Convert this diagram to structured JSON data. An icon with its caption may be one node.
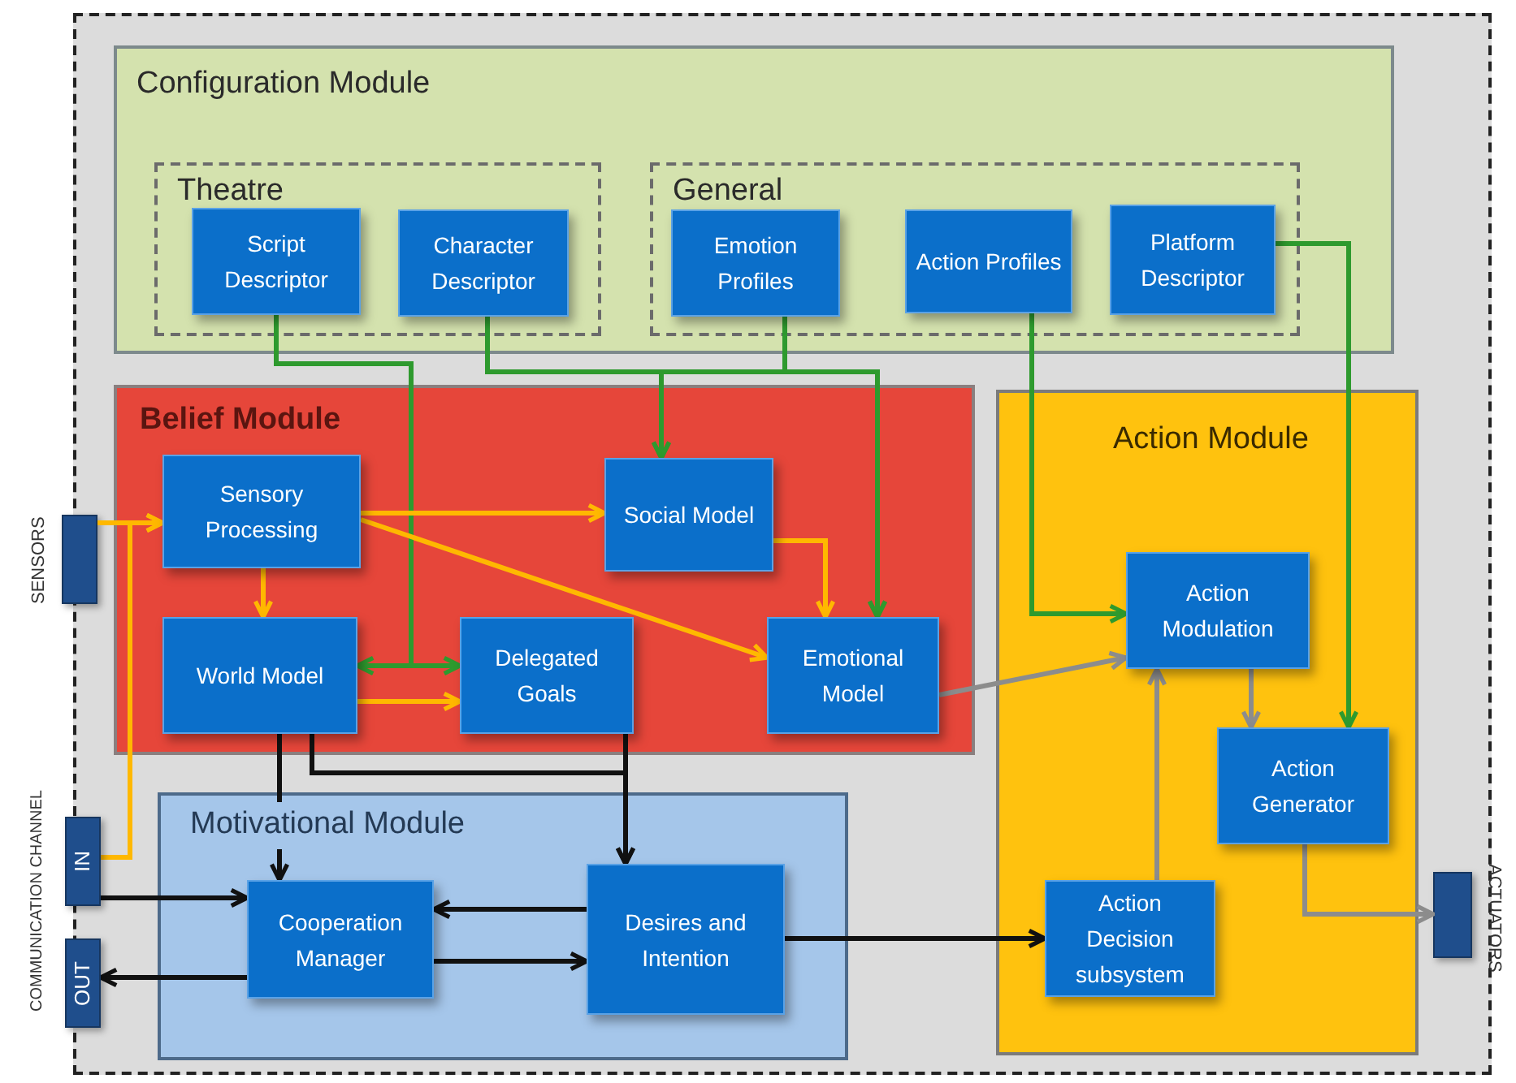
{
  "diagram": {
    "nodes": [
      {
        "text": [
          "Configuration Module"
        ]
      },
      {
        "text": [
          "Theatre"
        ],
        "in": 0
      },
      {
        "text": [
          "Script Descriptor"
        ],
        "in": 1
      },
      {
        "text": [
          "Character Descriptor"
        ],
        "in": 1
      },
      {
        "text": [
          "General"
        ],
        "in": 0
      },
      {
        "text": [
          "Emotion Profiles"
        ],
        "in": 4
      },
      {
        "text": [
          "Action Profiles"
        ],
        "in": 4
      },
      {
        "text": [
          "Platform Descriptor"
        ],
        "in": 4
      },
      {
        "text": [
          "Belief Module"
        ]
      },
      {
        "text": [
          "Sensory Processing"
        ],
        "in": 8
      },
      {
        "text": [
          "Social Model"
        ],
        "in": 8
      },
      {
        "text": [
          "World Model"
        ],
        "in": 8
      },
      {
        "text": [
          "Delegated Goals"
        ],
        "in": 8
      },
      {
        "text": [
          "Emotional Model"
        ],
        "in": 8
      },
      {
        "text": [
          "Action Module"
        ]
      },
      {
        "text": [
          "Action Modulation"
        ],
        "in": 14
      },
      {
        "text": [
          "Action Generator"
        ],
        "in": 14
      },
      {
        "text": [
          "Action Decision subsystem"
        ],
        "in": 14
      },
      {
        "text": [
          "Motivational Module"
        ]
      },
      {
        "text": [
          "Cooperation Manager"
        ],
        "in": 18
      },
      {
        "text": [
          "Desires and Intention"
        ],
        "in": 18
      },
      {
        "text": [],
        "shape": "bar",
        "beside": [
          "SENSORS"
        ]
      },
      {
        "text": [
          "IN"
        ]
      },
      {
        "text": [
          "OUT"
        ]
      },
      {
        "text": [],
        "shape": "bar",
        "beside": [
          "ACTUATORS"
        ]
      }
    ],
    "edges": [
      {
        "from": 2,
        "to": 11,
        "arrow": "to",
        "color": "#2e9a2e"
      },
      {
        "from": 2,
        "to": 12,
        "arrow": "to",
        "color": "#2e9a2e"
      },
      {
        "from": 3,
        "to": 10,
        "arrow": "to",
        "color": "#2e9a2e"
      },
      {
        "from": 3,
        "to": 13,
        "arrow": "to",
        "color": "#2e9a2e"
      },
      {
        "from": 5,
        "to": 10,
        "arrow": "to",
        "color": "#2e9a2e"
      },
      {
        "from": 5,
        "to": 13,
        "arrow": "to",
        "color": "#2e9a2e"
      },
      {
        "from": 6,
        "to": 15,
        "arrow": "to",
        "color": "#2e9a2e"
      },
      {
        "from": 7,
        "to": 16,
        "arrow": "to",
        "color": "#2e9a2e"
      },
      {
        "from": 21,
        "to": 9,
        "arrow": "to",
        "color": "#ffb800"
      },
      {
        "from": 22,
        "to": 9,
        "arrow": "to",
        "color": "#ffb800"
      },
      {
        "from": 9,
        "to": 10,
        "arrow": "to",
        "color": "#ffb800"
      },
      {
        "from": 9,
        "to": 13,
        "arrow": "to",
        "color": "#ffb800"
      },
      {
        "from": 9,
        "to": 11,
        "arrow": "to",
        "color": "#ffb800"
      },
      {
        "from": 11,
        "to": 12,
        "arrow": "to",
        "color": "#ffb800"
      },
      {
        "from": 10,
        "to": 13,
        "arrow": "to",
        "color": "#ffb800"
      },
      {
        "from": 13,
        "to": 15,
        "arrow": "to",
        "color": "#8c8c8c"
      },
      {
        "from": 15,
        "to": 16,
        "arrow": "to",
        "color": "#8c8c8c"
      },
      {
        "from": 17,
        "to": 15,
        "arrow": "to",
        "color": "#8c8c8c"
      },
      {
        "from": 16,
        "to": 24,
        "arrow": "to",
        "color": "#8c8c8c"
      },
      {
        "from": 11,
        "to": 19,
        "arrow": "to",
        "color": "#111111"
      },
      {
        "from": 11,
        "to": 20,
        "arrow": "to",
        "color": "#111111"
      },
      {
        "from": 12,
        "to": 20,
        "arrow": "to",
        "color": "#111111"
      },
      {
        "from": 22,
        "to": 19,
        "arrow": "to",
        "color": "#111111"
      },
      {
        "from": 19,
        "to": 23,
        "arrow": "to",
        "color": "#111111"
      },
      {
        "from": 20,
        "to": 19,
        "arrow": "to",
        "color": "#111111"
      },
      {
        "from": 19,
        "to": 20,
        "arrow": "to",
        "color": "#111111"
      },
      {
        "from": 20,
        "to": 17,
        "arrow": "to",
        "color": "#111111"
      }
    ],
    "labels": [
      "COMMUNICATION CHANNEL"
    ]
  }
}
